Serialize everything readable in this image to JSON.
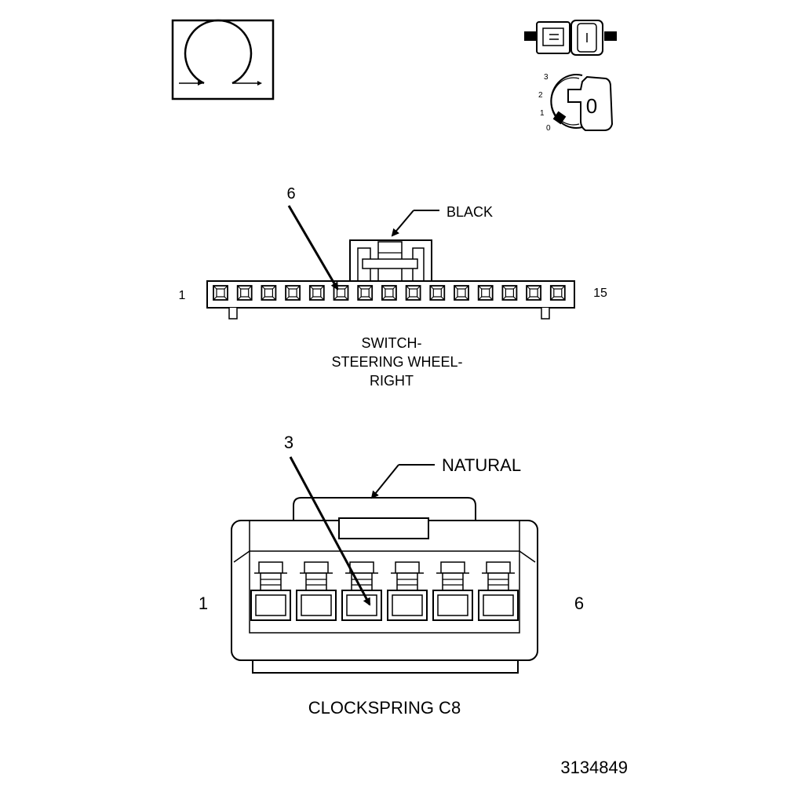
{
  "icons": {
    "clockspring_symbol": "clockspring-symbol-icon",
    "connector_side_view": "connector-side-view-icon",
    "ignition_key": "ignition-key-icon",
    "ignition_positions": [
      "3",
      "2",
      "1",
      "0"
    ],
    "key_label": "0"
  },
  "top_connector": {
    "callout_pin": "6",
    "color_label": "BLACK",
    "left_pin_label": "1",
    "right_pin_label": "15",
    "pin_count": 15,
    "callout_pin_index": 6,
    "title_lines": [
      "SWITCH-",
      "STEERING WHEEL-",
      "RIGHT"
    ]
  },
  "bottom_connector": {
    "callout_pin": "3",
    "color_label": "NATURAL",
    "left_pin_label": "1",
    "right_pin_label": "6",
    "pin_count": 6,
    "callout_pin_index": 3,
    "title": "CLOCKSPRING C8"
  },
  "figure_number": "3134849"
}
